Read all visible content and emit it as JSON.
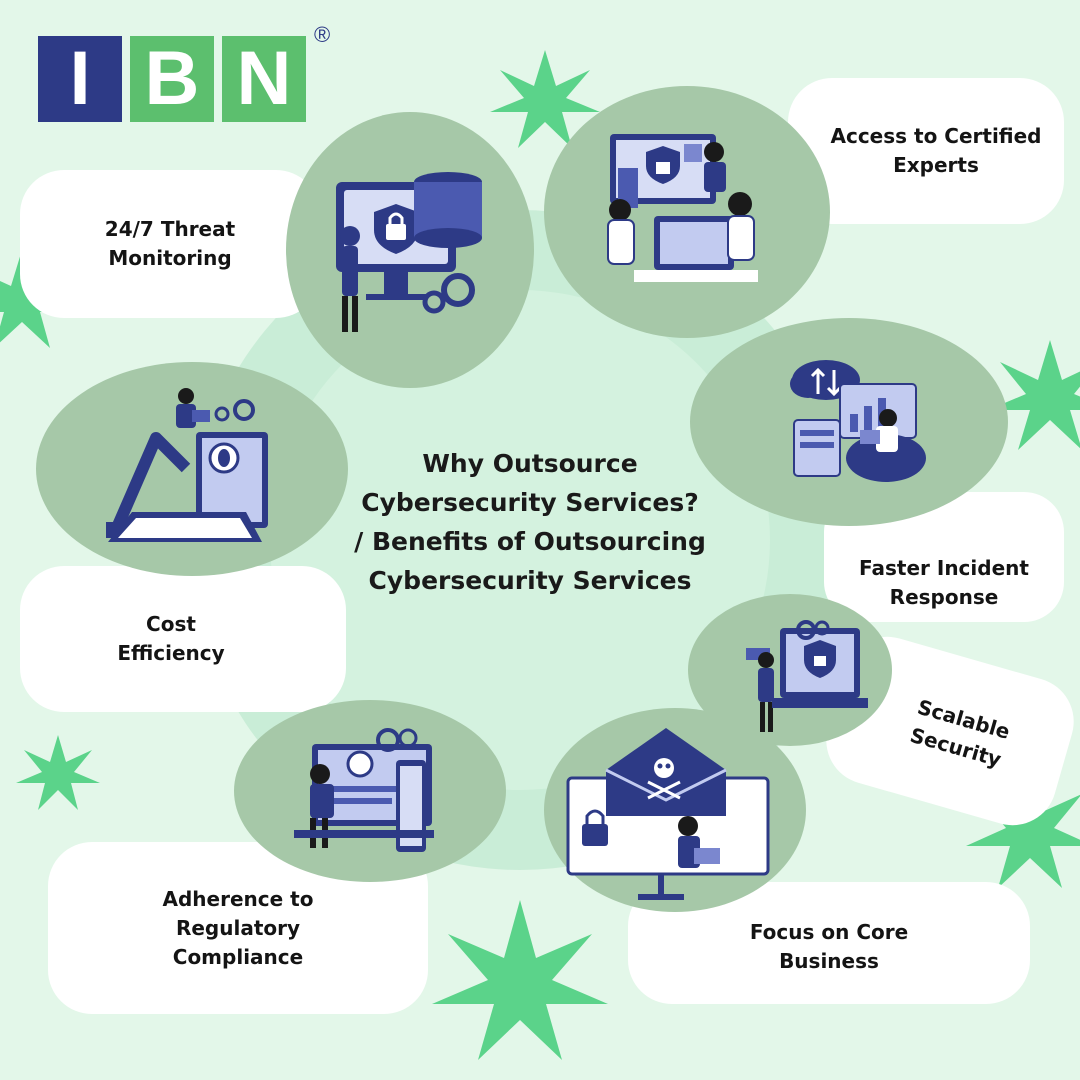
{
  "brand": {
    "letters": [
      "I",
      "B",
      "N"
    ],
    "registered_mark": "®",
    "colors": {
      "navy": "#2d3a86",
      "green": "#5cbf6e",
      "blob": "#a6c8a8",
      "background": "#e3f7e9",
      "star": "#5bd38a"
    }
  },
  "center_title": {
    "lines": [
      "Why Outsource",
      "Cybersecurity Services?",
      "/ Benefits of Outsourcing",
      "Cybersecurity Services"
    ]
  },
  "benefits": [
    {
      "label": "24/7 Threat\nMonitoring",
      "icon": "threat-monitoring-illustration"
    },
    {
      "label": "Access to Certified\nExperts",
      "icon": "certified-experts-illustration"
    },
    {
      "label": "Faster Incident\nResponse",
      "icon": "incident-response-illustration"
    },
    {
      "label": "Scalable\nSecurity",
      "icon": "scalable-security-illustration"
    },
    {
      "label": "Focus on Core\nBusiness",
      "icon": "core-business-illustration"
    },
    {
      "label": "Adherence to\nRegulatory\nCompliance",
      "icon": "regulatory-compliance-illustration"
    },
    {
      "label": "Cost\nEfficiency",
      "icon": "cost-efficiency-illustration"
    }
  ]
}
